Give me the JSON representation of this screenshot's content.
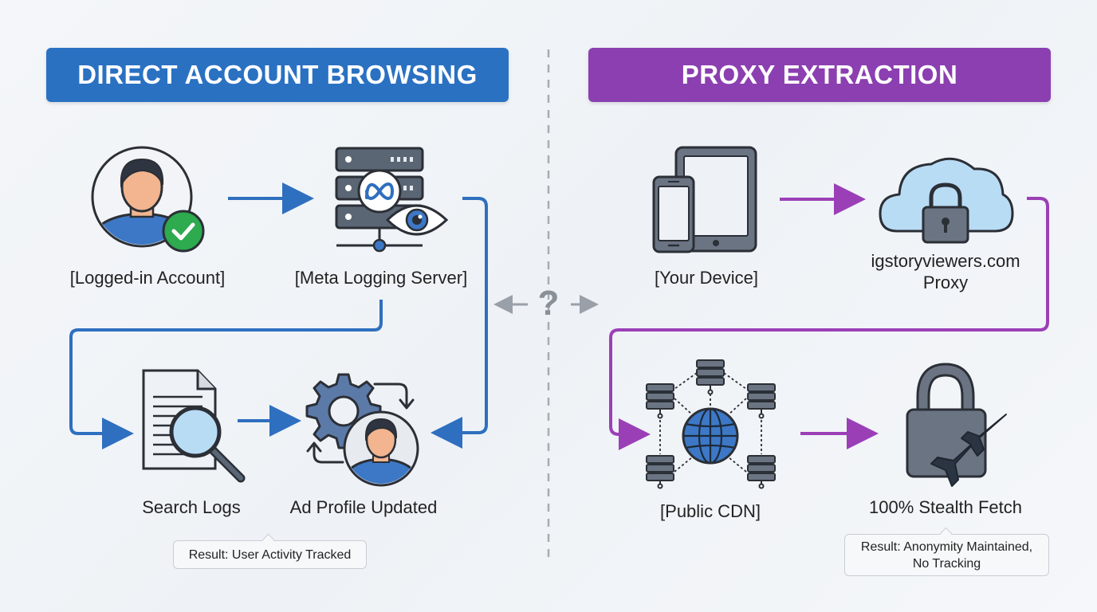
{
  "left_panel": {
    "title": "DIRECT ACCOUNT BROWSING",
    "nodes": {
      "account": "[Logged-in Account]",
      "server": "[Meta Logging Server]",
      "search_logs": "Search Logs",
      "ad_profile": "Ad Profile Updated"
    },
    "result": "Result: User Activity Tracked"
  },
  "right_panel": {
    "title": "PROXY EXTRACTION",
    "nodes": {
      "device": "[Your Device]",
      "proxy_line1": "igstoryviewers.com",
      "proxy_line2": "Proxy",
      "cdn": "[Public CDN]",
      "stealth": "100% Stealth Fetch"
    },
    "result_line1": "Result: Anonymity Maintained,",
    "result_line2": "No Tracking"
  },
  "divider": {
    "symbol": "?"
  },
  "colors": {
    "blue": "#2a71c2",
    "purple": "#8b3fb0",
    "green_check": "#2eaa4f",
    "arrow_blue": "#2f6fbf",
    "arrow_purple": "#9b3fb7"
  }
}
